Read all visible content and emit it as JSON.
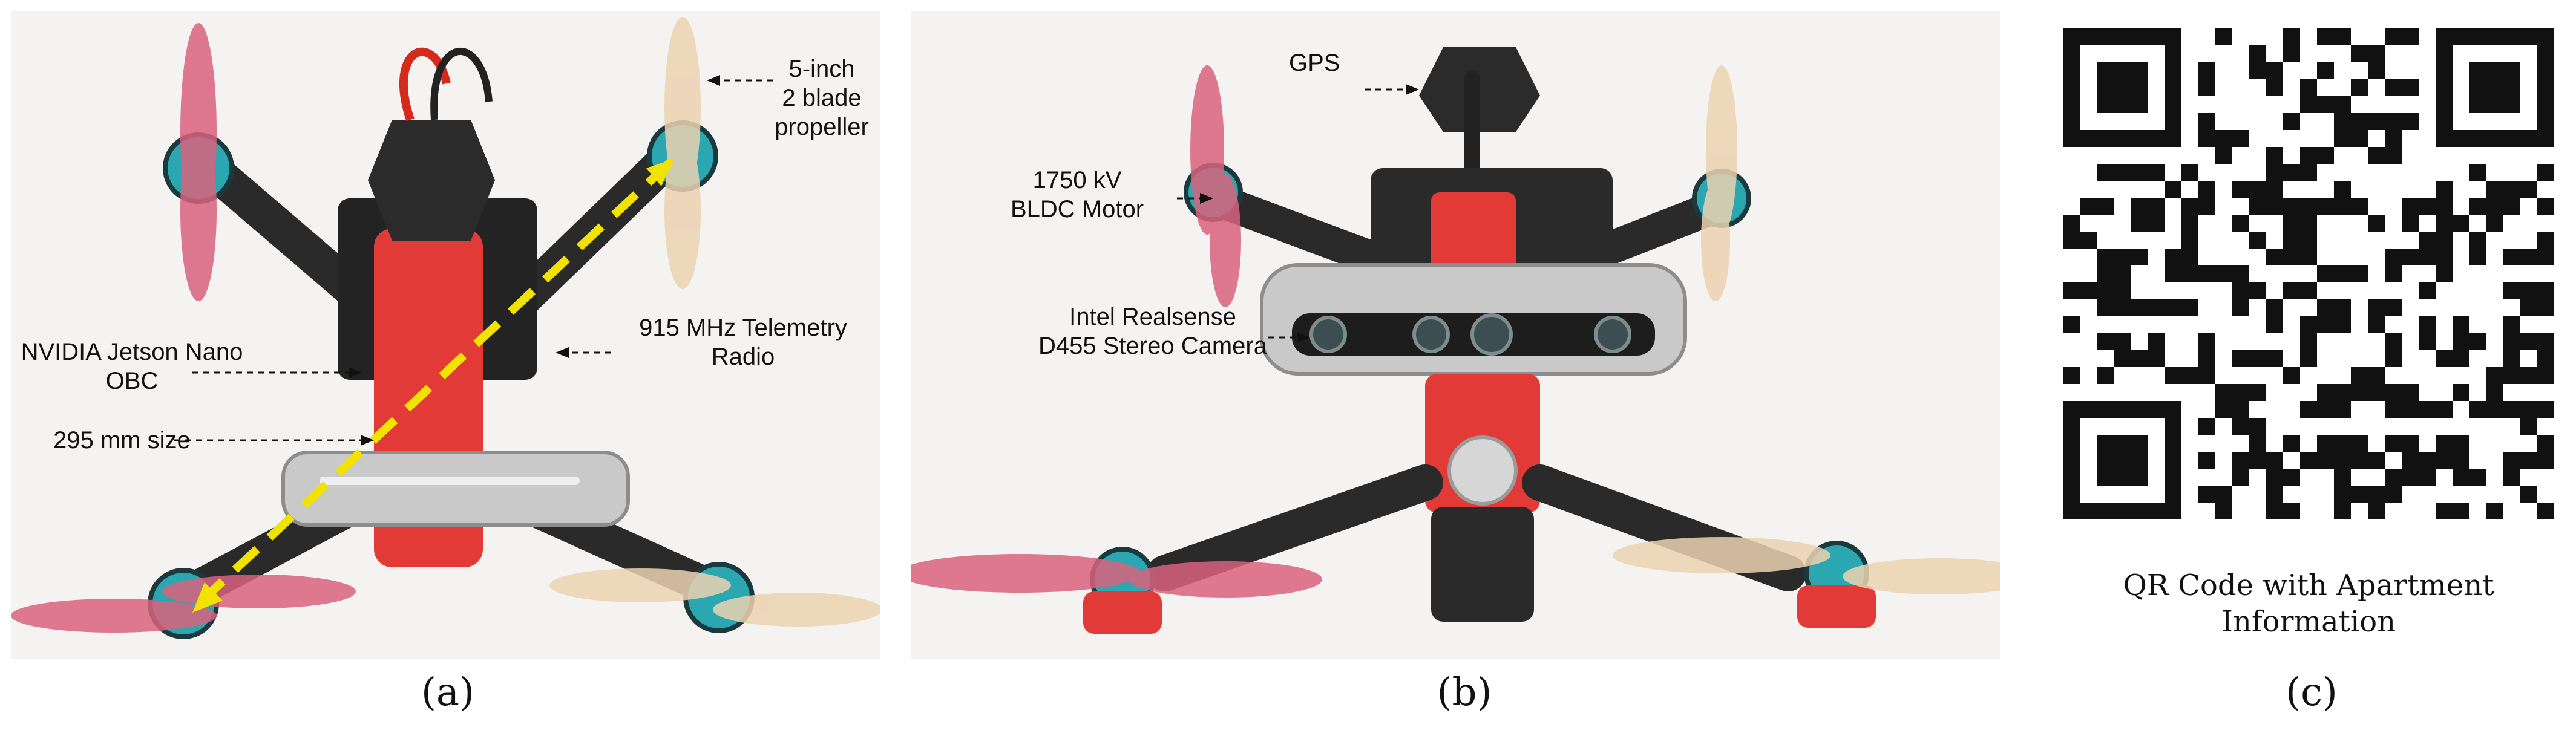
{
  "panel_a": {
    "caption": "(a)",
    "labels": {
      "propeller": [
        "5-inch",
        "2 blade",
        "propeller"
      ],
      "jetson": [
        "NVIDIA Jetson Nano",
        "OBC"
      ],
      "telemetry": [
        "915 MHz Telemetry",
        "Radio"
      ],
      "size": "295 mm size"
    }
  },
  "panel_b": {
    "caption": "(b)",
    "labels": {
      "gps": "GPS",
      "motor": [
        "1750 kV",
        "BLDC Motor"
      ],
      "camera": [
        "Intel Realsense",
        "D455 Stereo Camera"
      ]
    }
  },
  "panel_c": {
    "caption": "(c)",
    "qr_caption": [
      "QR Code with Apartment",
      "Information"
    ]
  },
  "colors": {
    "background": "#f4f3f1",
    "frame": "#2a2a2a",
    "red_body": "#e23a36",
    "pink_prop": "#d9627e",
    "cream_prop": "#ecd2b0",
    "motor_teal": "#2aa7b0",
    "camera_silver": "#c9c9c9",
    "dashed_yellow": "#f2e200"
  }
}
